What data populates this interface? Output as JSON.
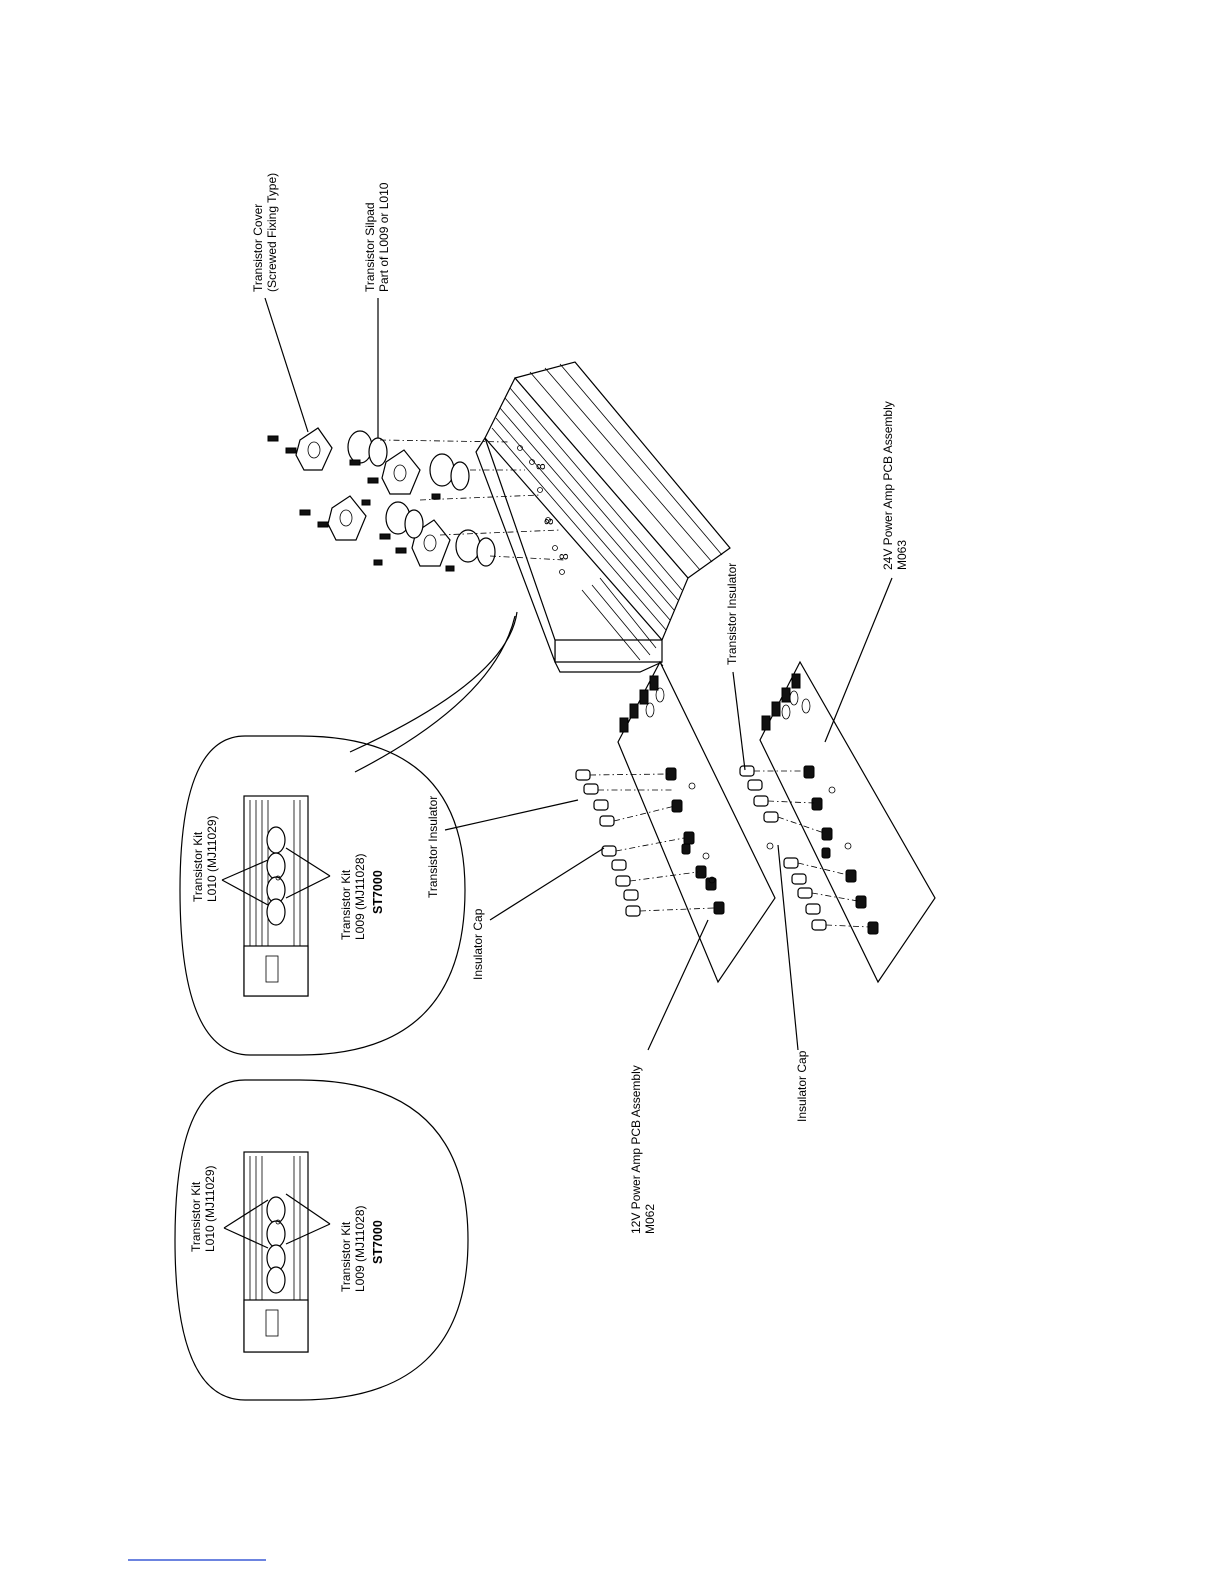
{
  "labels": {
    "transistor_cover": "Transistor Cover",
    "transistor_cover_sub": "(Screwed Fixing Type)",
    "transistor_silpad": "Transistor Silpad",
    "transistor_silpad_sub": "Part of L009 or L010",
    "pcb_24v": "24V Power Amp PCB Assembly",
    "pcb_24v_code": "M063",
    "pcb_12v": "12V Power Amp PCB Assembly",
    "pcb_12v_code": "M062",
    "transistor_insulator_upper": "Transistor Insulator",
    "transistor_insulator_lower": "Transistor Insulator",
    "insulator_cap_upper": "Insulator Cap",
    "insulator_cap_lower": "Insulator Cap"
  },
  "insets": [
    {
      "kit_top": "Transistor Kit",
      "kit_top_part": "L010 (MJ11029)",
      "kit_bottom": "Transistor Kit",
      "kit_bottom_part": "L009 (MJ11028)",
      "model": "ST7000"
    },
    {
      "kit_top": "Transistor Kit",
      "kit_top_part": "L010 (MJ11029)",
      "kit_bottom": "Transistor Kit",
      "kit_bottom_part": "L009 (MJ11028)",
      "model": "ST7000"
    }
  ],
  "colors": {
    "ink": "#000000",
    "footer_line": "#3b5bd6"
  }
}
